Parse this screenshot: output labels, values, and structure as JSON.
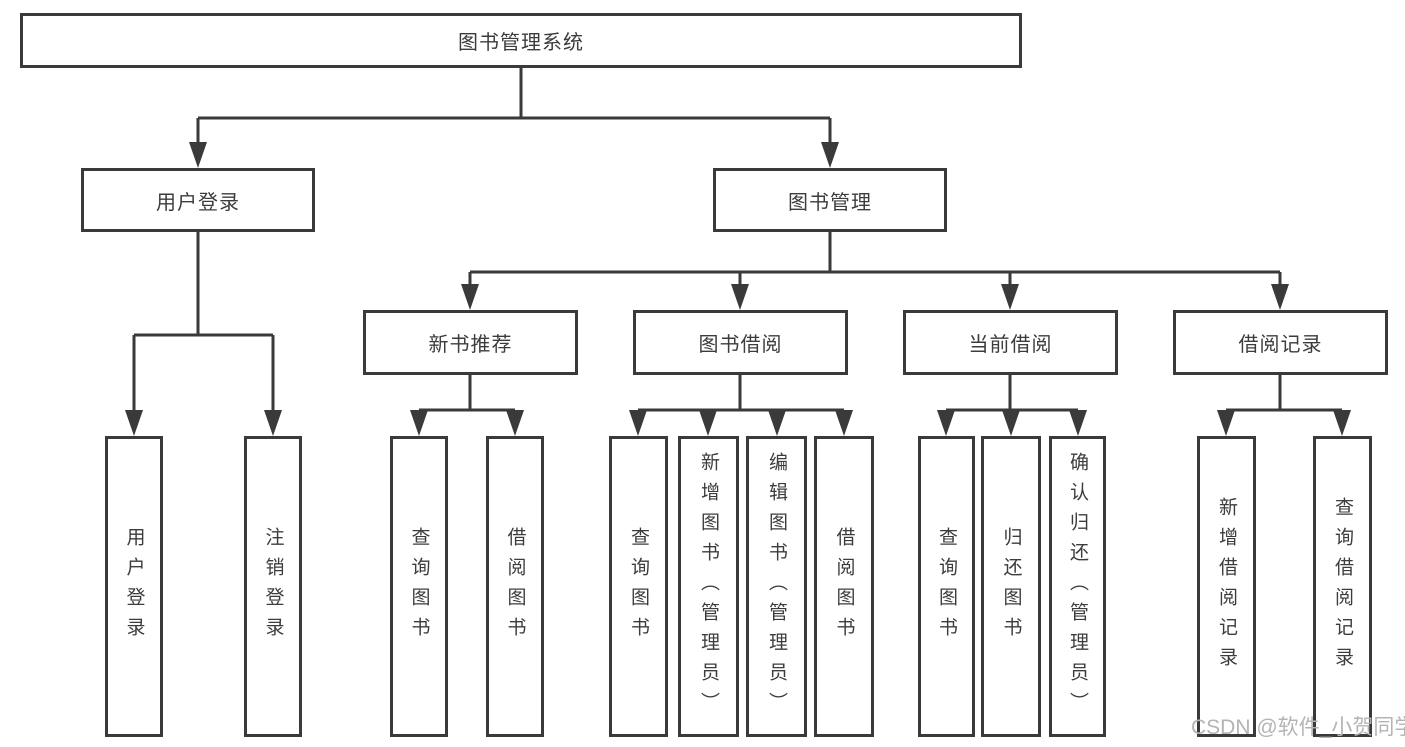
{
  "diagram": {
    "title_node": {
      "label": "图书管理系统"
    },
    "level2": [
      {
        "id": "user-login",
        "label": "用户登录"
      },
      {
        "id": "book-management",
        "label": "图书管理"
      }
    ],
    "level3": [
      {
        "id": "new-book-recommend",
        "parent": "图书管理",
        "label": "新书推荐"
      },
      {
        "id": "book-borrowing",
        "parent": "图书管理",
        "label": "图书借阅"
      },
      {
        "id": "current-borrowing",
        "parent": "图书管理",
        "label": "当前借阅"
      },
      {
        "id": "borrowing-records",
        "parent": "图书管理",
        "label": "借阅记录"
      }
    ],
    "leaves": [
      {
        "parent": "用户登录",
        "label": "用户登录"
      },
      {
        "parent": "用户登录",
        "label": "注销登录"
      },
      {
        "parent": "新书推荐",
        "label": "查询图书"
      },
      {
        "parent": "新书推荐",
        "label": "借阅图书"
      },
      {
        "parent": "图书借阅",
        "label": "查询图书"
      },
      {
        "parent": "图书借阅",
        "label": "新增图书（管理员）"
      },
      {
        "parent": "图书借阅",
        "label": "编辑图书（管理员）"
      },
      {
        "parent": "图书借阅",
        "label": "借阅图书"
      },
      {
        "parent": "当前借阅",
        "label": "查询图书"
      },
      {
        "parent": "当前借阅",
        "label": "归还图书"
      },
      {
        "parent": "当前借阅",
        "label": "确认归还（管理员）"
      },
      {
        "parent": "借阅记录",
        "label": "新增借阅记录"
      },
      {
        "parent": "借阅记录",
        "label": "查询借阅记录"
      }
    ]
  },
  "watermark": {
    "text": "CSDN @软件_小贺同学",
    "color": "#b4b4b4"
  },
  "colors": {
    "line": "#3a3a3a",
    "box_border": "#3a3a3a",
    "box_fill": "#ffffff",
    "text": "#3c3c3c",
    "background": "#ffffff"
  }
}
